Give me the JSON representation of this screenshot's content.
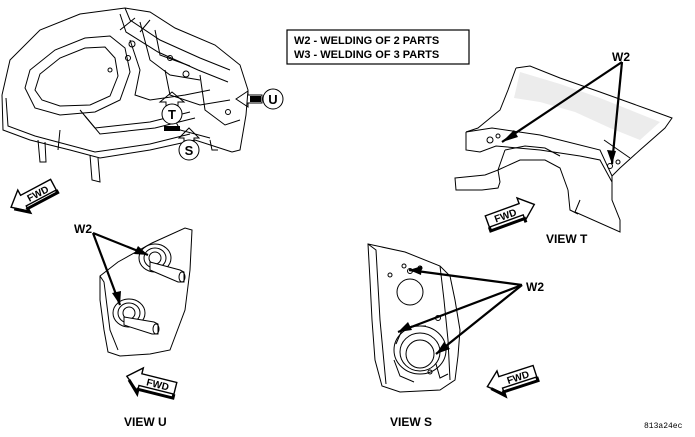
{
  "legend": {
    "w2_text": "W2 - WELDING OF 2 PARTS",
    "w3_text": "W3 - WELDING OF 3 PARTS"
  },
  "callouts": {
    "view_u": "U",
    "view_t": "T",
    "view_s": "S"
  },
  "arrows": {
    "fwd_text": "FWD"
  },
  "weld_labels": {
    "view_t_w2": "W2",
    "view_u_w2": "W2",
    "view_s_w2": "W2"
  },
  "view_titles": {
    "view_t": "VIEW T",
    "view_u": "VIEW U",
    "view_s": "VIEW S"
  },
  "figure_id": "813a24ec"
}
